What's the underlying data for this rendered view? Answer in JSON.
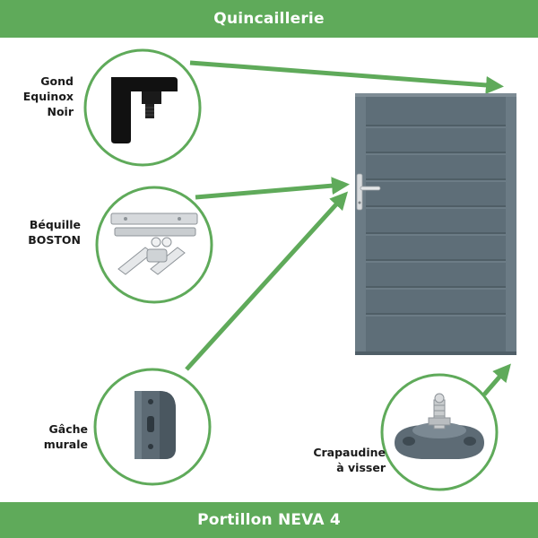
{
  "header": {
    "title": "Quincaillerie"
  },
  "footer": {
    "title": "Portillon NEVA 4"
  },
  "items": [
    {
      "icon": "hinge-icon",
      "lines": [
        "Gond",
        "Equinox",
        "Noir"
      ]
    },
    {
      "icon": "handle-icon",
      "lines": [
        "Béquille",
        "BOSTON"
      ]
    },
    {
      "icon": "strike-plate-icon",
      "lines": [
        "Gâche",
        "murale"
      ]
    },
    {
      "icon": "gate-stop-icon",
      "lines": [
        "Crapaudine",
        "à visser"
      ]
    }
  ],
  "colors": {
    "brand_green": "#5faa5a",
    "gate_gray": "#5e6e78"
  }
}
